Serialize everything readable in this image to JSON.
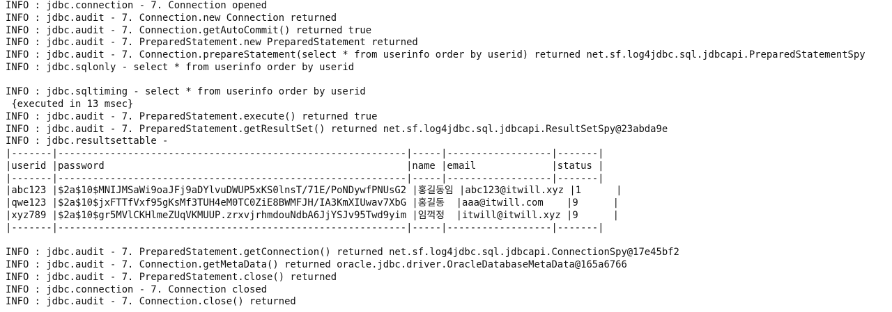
{
  "console": {
    "lines": [
      "INFO : jdbc.connection - 7. Connection opened",
      "INFO : jdbc.audit - 7. Connection.new Connection returned",
      "INFO : jdbc.audit - 7. Connection.getAutoCommit() returned true",
      "INFO : jdbc.audit - 7. PreparedStatement.new PreparedStatement returned",
      "INFO : jdbc.audit - 7. Connection.prepareStatement(select * from userinfo order by userid) returned net.sf.log4jdbc.sql.jdbcapi.PreparedStatementSpy",
      "INFO : jdbc.sqlonly - select * from userinfo order by userid",
      "",
      "INFO : jdbc.sqltiming - select * from userinfo order by userid",
      " {executed in 13 msec}",
      "INFO : jdbc.audit - 7. PreparedStatement.execute() returned true",
      "INFO : jdbc.audit - 7. PreparedStatement.getResultSet() returned net.sf.log4jdbc.sql.jdbcapi.ResultSetSpy@23abda9e",
      "INFO : jdbc.resultsettable -",
      "|-------|------------------------------------------------------------|-----|------------------|-------|",
      "|userid |password                                                    |name |email             |status |",
      "|-------|------------------------------------------------------------|-----|------------------|-------|",
      "|abc123 |$2a$10$MNIJMSaWi9oaJFj9aDYlvuDWUP5xKS0lnsT/71E/PoNDywfPNUsG2 |홍길동임 |abc123@itwill.xyz |1      |",
      "|qwe123 |$2a$10$jxFTTfVxf95gKsMf3TUH4eM0TC0ZiE8BWMFJH/IA3KmXIUwav7XbG |홍길동  |aaa@itwill.com    |9      |",
      "|xyz789 |$2a$10$gr5MVlCKHlmeZUqVKMUUP.zrxvjrhmdouNdbA6JjYSJv95Twd9yim |임꺽정  |itwill@itwill.xyz |9      |",
      "|-------|------------------------------------------------------------|-----|------------------|-------|",
      "",
      "INFO : jdbc.audit - 7. PreparedStatement.getConnection() returned net.sf.log4jdbc.sql.jdbcapi.ConnectionSpy@17e45bf2",
      "INFO : jdbc.audit - 7. Connection.getMetaData() returned oracle.jdbc.driver.OracleDatabaseMetaData@165a6766",
      "INFO : jdbc.audit - 7. PreparedStatement.close() returned",
      "INFO : jdbc.connection - 7. Connection closed",
      "INFO : jdbc.audit - 7. Connection.close() returned"
    ]
  }
}
